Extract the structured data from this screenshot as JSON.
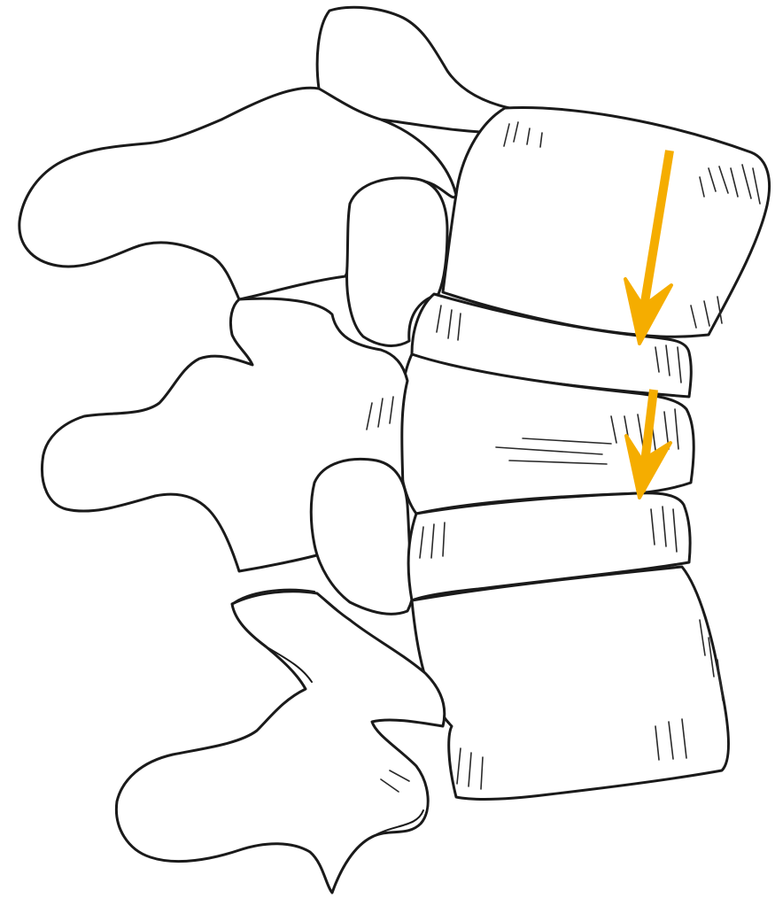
{
  "figure": {
    "background": "#ffffff",
    "line_color": "#1a1a1a",
    "arrow_color": "#f5ad00",
    "subject": "lumbar-vertebrae-lateral-view",
    "arrows": [
      {
        "name": "arrow-upper-disc",
        "direction": "down",
        "target": "upper-intervertebral-disc"
      },
      {
        "name": "arrow-lower-disc",
        "direction": "down",
        "target": "lower-intervertebral-disc"
      }
    ]
  }
}
